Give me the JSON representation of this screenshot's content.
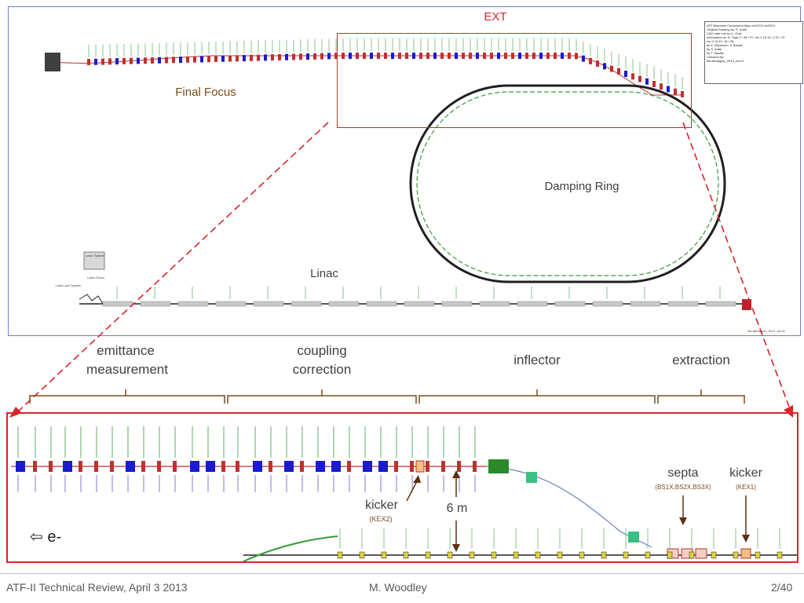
{
  "overview": {
    "ext_label": "EXT",
    "final_focus_label": "Final Focus",
    "damping_ring_label": "Damping Ring",
    "linac_label": "Linac",
    "legend_lines": [
      "ATF Beamline Component Map        ver2013  rev0914",
      "Original Drawing by: S. Araki",
      "CAD date info by K. Ooki",
      "Annotation by: N. Toge // / 28 / 97, rev 2 16:13, V 31 / 97",
      "rev 4 11:22, 15 / 98",
      "by K. Miyamoto, K.Sasaki",
      "by S. Araki",
      "by T. Sasaki",
      "Checked by:",
      "file:atfmagpic_2013_rev13"
    ],
    "bottom_right_note": "file:atfmagpic_2013_rev13",
    "laser_system_label": "Laser System",
    "laser_room_label": "Laser Room",
    "load_lock_label": "Load Lock System"
  },
  "sections": {
    "emittance": [
      "emittance",
      "measurement"
    ],
    "coupling": [
      "coupling",
      "correction"
    ],
    "inflector": "inflector",
    "extraction": "extraction"
  },
  "detail": {
    "kicker1_label": "kicker",
    "kicker1_sub": "(KEX2)",
    "dist_label": "6 m",
    "septa_label": "septa",
    "septa_sub": "(BS1X,BS2X,BS3X)",
    "kicker2_label": "kicker",
    "kicker2_sub": "(KEX1)",
    "electron_label": "⇦ e-"
  },
  "footer": {
    "left": "ATF-II Technical Review, April 3 2013",
    "center": "M. Woodley",
    "right": "2/40"
  },
  "colors": {
    "accent_red": "#d8242a",
    "brace_brown": "#7a4a1a",
    "magnet_blue": "#1a1ad0",
    "magnet_green": "#3a9a3a"
  }
}
